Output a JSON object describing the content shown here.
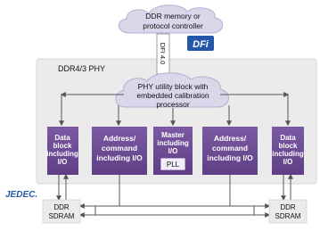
{
  "colors": {
    "cloud_fill": "#dcd6ea",
    "cloud_stroke": "#b7aed2",
    "block_fill": "#6a4a90",
    "block_light": "#f3eef9",
    "phy_bg": "#ebebeb",
    "arrow": "#555555",
    "dfi_blue": "#2457a8"
  },
  "controller_cloud": {
    "line1": "DDR memory or",
    "line2": "protocol controller"
  },
  "dfi_interface": {
    "label": "DFI 4.0"
  },
  "dfi_logo": {
    "text": "DFi"
  },
  "phy": {
    "title": "DDR4/3 PHY"
  },
  "utility_cloud": {
    "line1": "PHY utility block with",
    "line2": "embedded calibration",
    "line3": "processor"
  },
  "blocks": [
    {
      "line1": "Data",
      "line2": "block",
      "line3": "including",
      "line4": "I/O"
    },
    {
      "line1": "Address/",
      "line2": "command",
      "line3": "including I/O"
    },
    {
      "line1": "Master",
      "line2": "including",
      "line3": "I/O"
    },
    {
      "line1": "Address/",
      "line2": "command",
      "line3": "including I/O"
    },
    {
      "line1": "Data",
      "line2": "block",
      "line3": "including",
      "line4": "I/O"
    }
  ],
  "pll": {
    "label": "PLL"
  },
  "jedec_logo": {
    "text": "JEDEC."
  },
  "sdram_left": {
    "line1": "DDR",
    "line2": "SDRAM"
  },
  "sdram_right": {
    "line1": "DDR",
    "line2": "SDRAM"
  }
}
